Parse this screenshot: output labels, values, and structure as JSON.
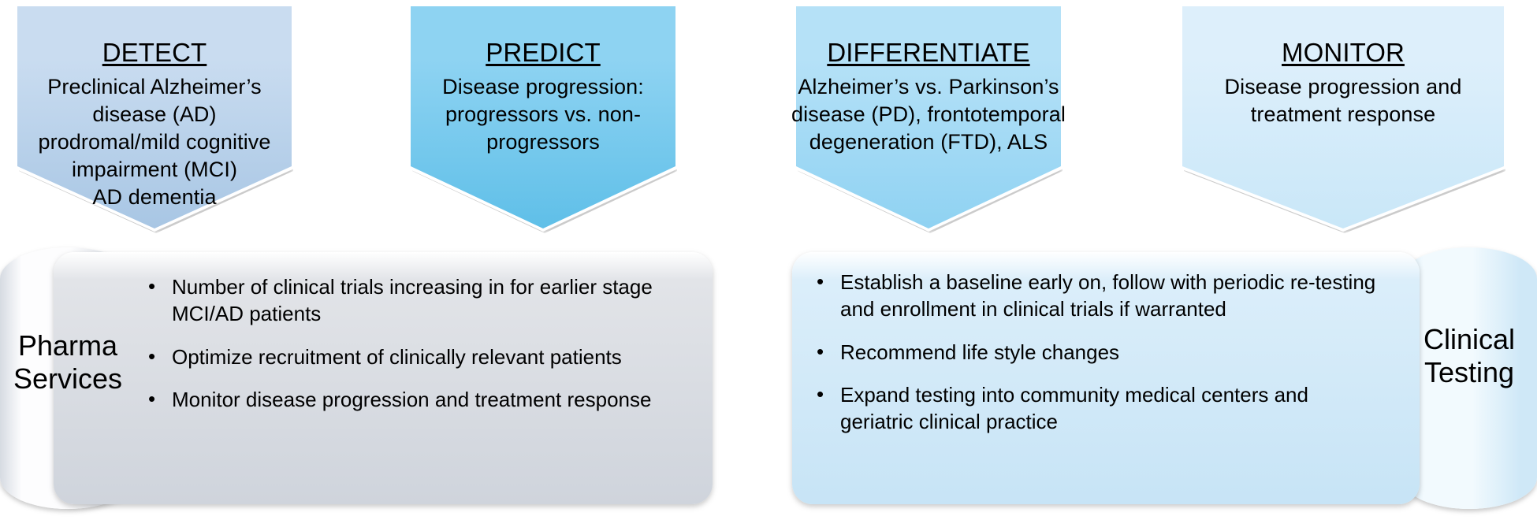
{
  "diagram": {
    "title_hidden": "",
    "stages": [
      {
        "id": "detect",
        "title": "DETECT",
        "body": "Preclinical Alzheimer’s\ndisease (AD)\nprodromal/mild cognitive\nimpairment (MCI)\nAD dementia",
        "fill_top": "#c9dcf0",
        "fill_bottom": "#a8c6e4"
      },
      {
        "id": "predict",
        "title": "PREDICT",
        "body": "Disease progression:\nprogressors vs. non-\nprogressors",
        "fill_top": "#8ed3f2",
        "fill_bottom": "#5fbfe8"
      },
      {
        "id": "differentiate",
        "title": "DIFFERENTIATE",
        "body": "Alzheimer’s vs. Parkinson’s\ndisease (PD), frontotemporal\ndegeneration (FTD), ALS",
        "fill_top": "#b5e1f7",
        "fill_bottom": "#8fd2f2"
      },
      {
        "id": "monitor",
        "title": "MONITOR",
        "body": "Disease progression and\ntreatment response",
        "fill_top": "#ddeffb",
        "fill_bottom": "#c9e7f8"
      }
    ],
    "bottom": {
      "pharma": {
        "cylinder_label": "Pharma\nServices",
        "cylinder_fill_light": "#fdfdfe",
        "cylinder_fill_dark": "#d6dbe2",
        "panel_fill_top": "#e2e4e8",
        "panel_fill_bottom": "#cfd4dc",
        "bullets": [
          "Number of clinical trials increasing in for earlier stage MCI/AD patients",
          "Optimize recruitment of clinically relevant patients",
          "Monitor disease progression and treatment response"
        ]
      },
      "clinical": {
        "cylinder_label": "Clinical\nTesting",
        "cylinder_fill_light": "#f2fafe",
        "cylinder_fill_dark": "#cfe8f7",
        "panel_fill_top": "#dbeefa",
        "panel_fill_bottom": "#c7e4f6",
        "bullets": [
          "Establish a baseline early on, follow with periodic re-testing and enrollment in clinical trials if warranted",
          "Recommend life style changes",
          "Expand testing into community medical centers and geriatric clinical practice"
        ]
      }
    }
  }
}
